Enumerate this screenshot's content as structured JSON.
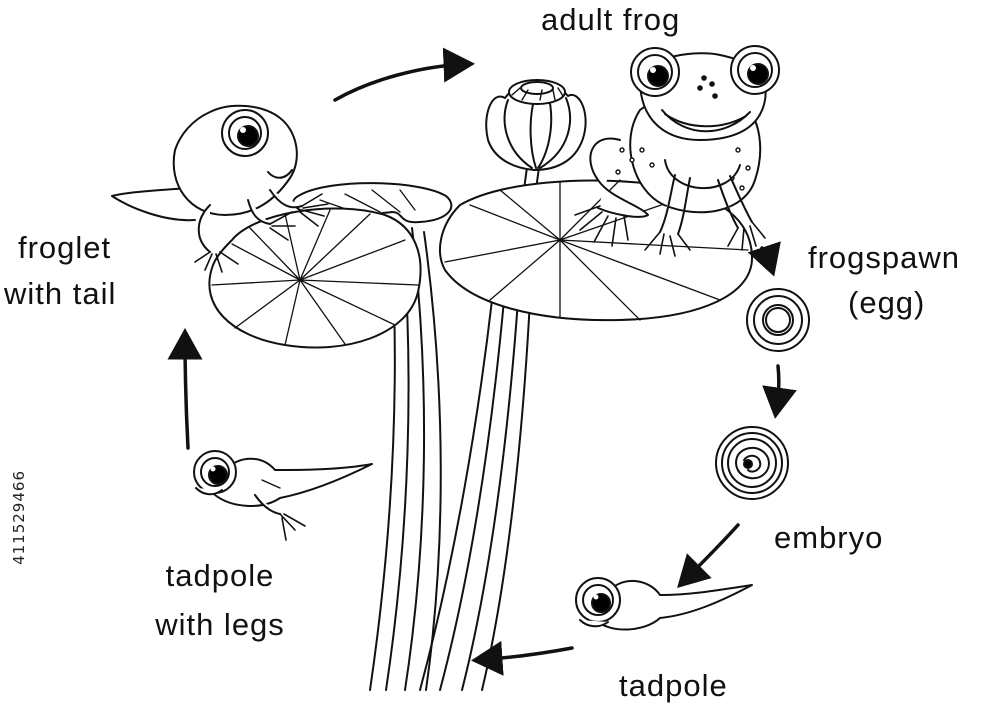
{
  "labels": {
    "adult_frog": "adult frog",
    "frogspawn": "frogspawn",
    "egg": "(egg)",
    "embryo": "embryo",
    "tadpole": "tadpole",
    "tadpole_with_legs_line1": "tadpole",
    "tadpole_with_legs_line2": "with legs",
    "froglet_line1": "froglet",
    "froglet_line2": "with tail"
  },
  "stock_id": "411529466",
  "colors": {
    "ink": "#111111",
    "background": "#ffffff",
    "eye": "#000000"
  }
}
